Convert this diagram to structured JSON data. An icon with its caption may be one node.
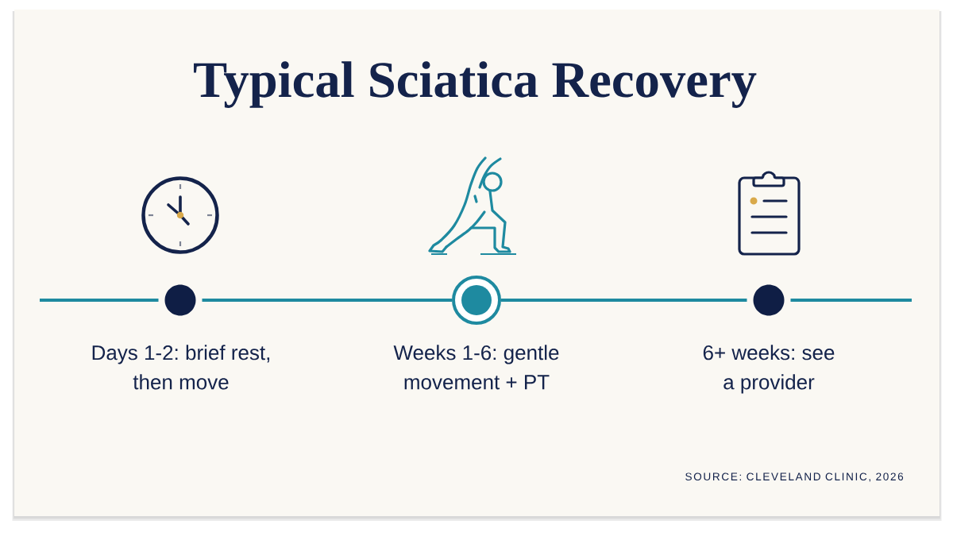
{
  "diagram": {
    "title": "Typical Sciatica Recovery",
    "nodes": [
      {
        "text": [],
        "shape": "circle",
        "beside": [
          "Days 1-2: brief rest, then move"
        ]
      },
      {
        "text": [],
        "shape": "ring",
        "beside": [
          "Weeks 1-6: gentle movement + PT"
        ]
      },
      {
        "text": [],
        "shape": "circle",
        "beside": [
          "6+ weeks: see a provider"
        ]
      }
    ],
    "edges": [
      {
        "from": null,
        "to": 0,
        "arrow": "none"
      },
      {
        "from": 0,
        "to": 1,
        "arrow": "none"
      },
      {
        "from": 1,
        "to": 2,
        "arrow": "none"
      },
      {
        "from": 2,
        "to": null,
        "arrow": "none"
      }
    ],
    "labels": [
      "SOURCE: CLEVELAND CLINIC, 2026"
    ]
  }
}
